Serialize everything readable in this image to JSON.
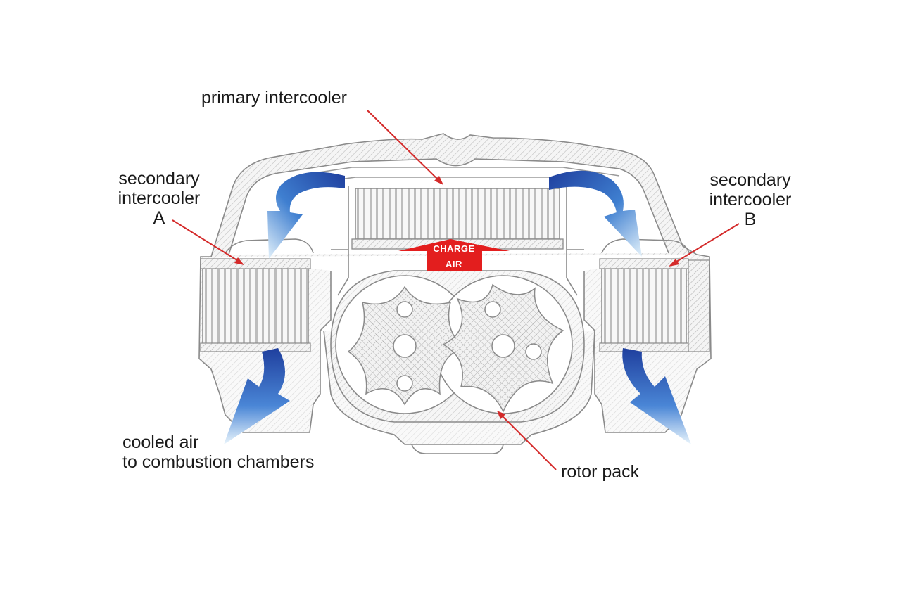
{
  "labels": {
    "primary_intercooler": "primary intercooler",
    "secondary_a": [
      "secondary",
      "intercooler",
      "A"
    ],
    "secondary_b": [
      "secondary",
      "intercooler",
      "B"
    ],
    "cooled_air": [
      "cooled air",
      "to combustion chambers"
    ],
    "rotor_pack": "rotor pack",
    "charge_air": [
      "CHARGE",
      "AIR"
    ]
  },
  "colors": {
    "leader_line": "#d42a2a",
    "charge_arrow": "#e31e1e",
    "flow_arrow_dark": "#1f3f9e",
    "flow_arrow_light": "#d8ecf8",
    "housing_stroke": "#8a8a8a",
    "hatch": "#b5b5b5"
  },
  "icons": {
    "flow": "curved-blue-arrow",
    "charge": "red-up-arrow"
  }
}
